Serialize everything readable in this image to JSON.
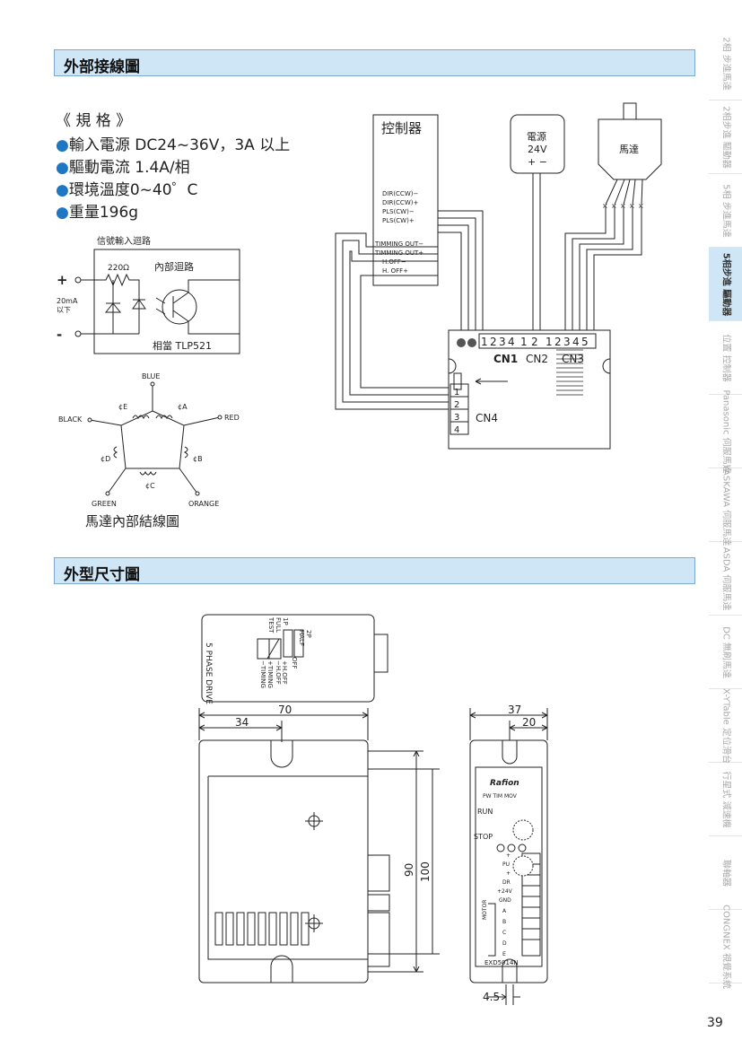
{
  "sections": {
    "wiring_title": "外部接線圖",
    "dimension_title": "外型尺寸圖"
  },
  "specs": {
    "title": "《 規 格 》",
    "items": [
      "輸入電源 DC24~36V，3A 以上",
      "驅動電流 1.4A/相",
      "環境溫度0~40゜C",
      "重量196g"
    ],
    "bullet": "●"
  },
  "input_circuit": {
    "title": "信號輸入迴路",
    "resistor": "220Ω",
    "internal": "內部迴路",
    "plus": "+",
    "minus": "-",
    "current_line1": "20mA",
    "current_line2": "以下",
    "equivalent": "相當 TLP521"
  },
  "motor_diagram": {
    "blue": "BLUE",
    "red": "RED",
    "orange": "ORANGE",
    "green": "GREEN",
    "black": "BLACK",
    "phase_a": "¢A",
    "phase_b": "¢B",
    "phase_c": "¢C",
    "phase_d": "¢D",
    "phase_e": "¢E",
    "caption": "馬達內部結線圖"
  },
  "wiring": {
    "controller": "控制器",
    "signals": [
      "DIR(CCW)−",
      "DIR(CCW)+",
      "PLS(CW)−",
      "PLS(CW)+",
      "TIMMING OUT−",
      "TIMMING OUT+",
      "H.OFF−",
      "H. OFF+"
    ],
    "power_title": "電源",
    "power_voltage": "24V",
    "power_polarity": "+ −",
    "motor": "馬達",
    "cn1": "CN1",
    "cn2": "CN2",
    "cn3": "CN3",
    "cn4": "CN4",
    "cn1_pins": [
      "1",
      "2",
      "3",
      "4"
    ],
    "cn2_pins": [
      "1",
      "2"
    ],
    "cn3_pins": [
      "1",
      "2",
      "3",
      "4",
      "5"
    ],
    "cn4_pins": [
      "1",
      "2",
      "3",
      "4"
    ]
  },
  "dimensions": {
    "top_labels": {
      "drive": "5 PHASE DRIVE",
      "sw_1p": "1P",
      "sw_full": "FULL",
      "sw_test": "TEST",
      "sw_2p": "2P",
      "sw_half": "HALF",
      "sw_off": "OFF",
      "l1": "+H.OFF",
      "l2": "−H.OFF",
      "l3": "+TIMING",
      "l4": "−TIMING"
    },
    "w70": "70",
    "w34": "34",
    "w37": "37",
    "w20": "20",
    "h90": "90",
    "h100": "100",
    "d45": "4.5",
    "front": {
      "brand": "Rafion",
      "leds": "PW TIM MOV",
      "run": "RUN",
      "stop": "STOP",
      "terms": [
        "+",
        "PU",
        "+",
        "DR",
        "+24V",
        "GND"
      ],
      "motor": "MOTOR",
      "phases": [
        "A",
        "B",
        "C",
        "D",
        "E"
      ],
      "model": "EXD5014N"
    }
  },
  "side_tabs": [
    "2相 步進馬達",
    "2相步進 驅動器",
    "5相 步進馬達",
    "5相步進 驅動器",
    "位置 控制器",
    "Panasonic 伺服馬達",
    "YASKAWA 伺服馬達",
    "ASDA 伺服馬達",
    "DC 無刷馬達",
    "X-YTable 定位滑台",
    "行星式 減速機",
    "聯軸器",
    "CONGNEX 視覺系統"
  ],
  "page_number": "39",
  "colors": {
    "header_bg": "#cfe6f7",
    "header_border": "#7fa9cc",
    "bullet": "#1f77c4",
    "tab_active": "#cfe6f7"
  }
}
